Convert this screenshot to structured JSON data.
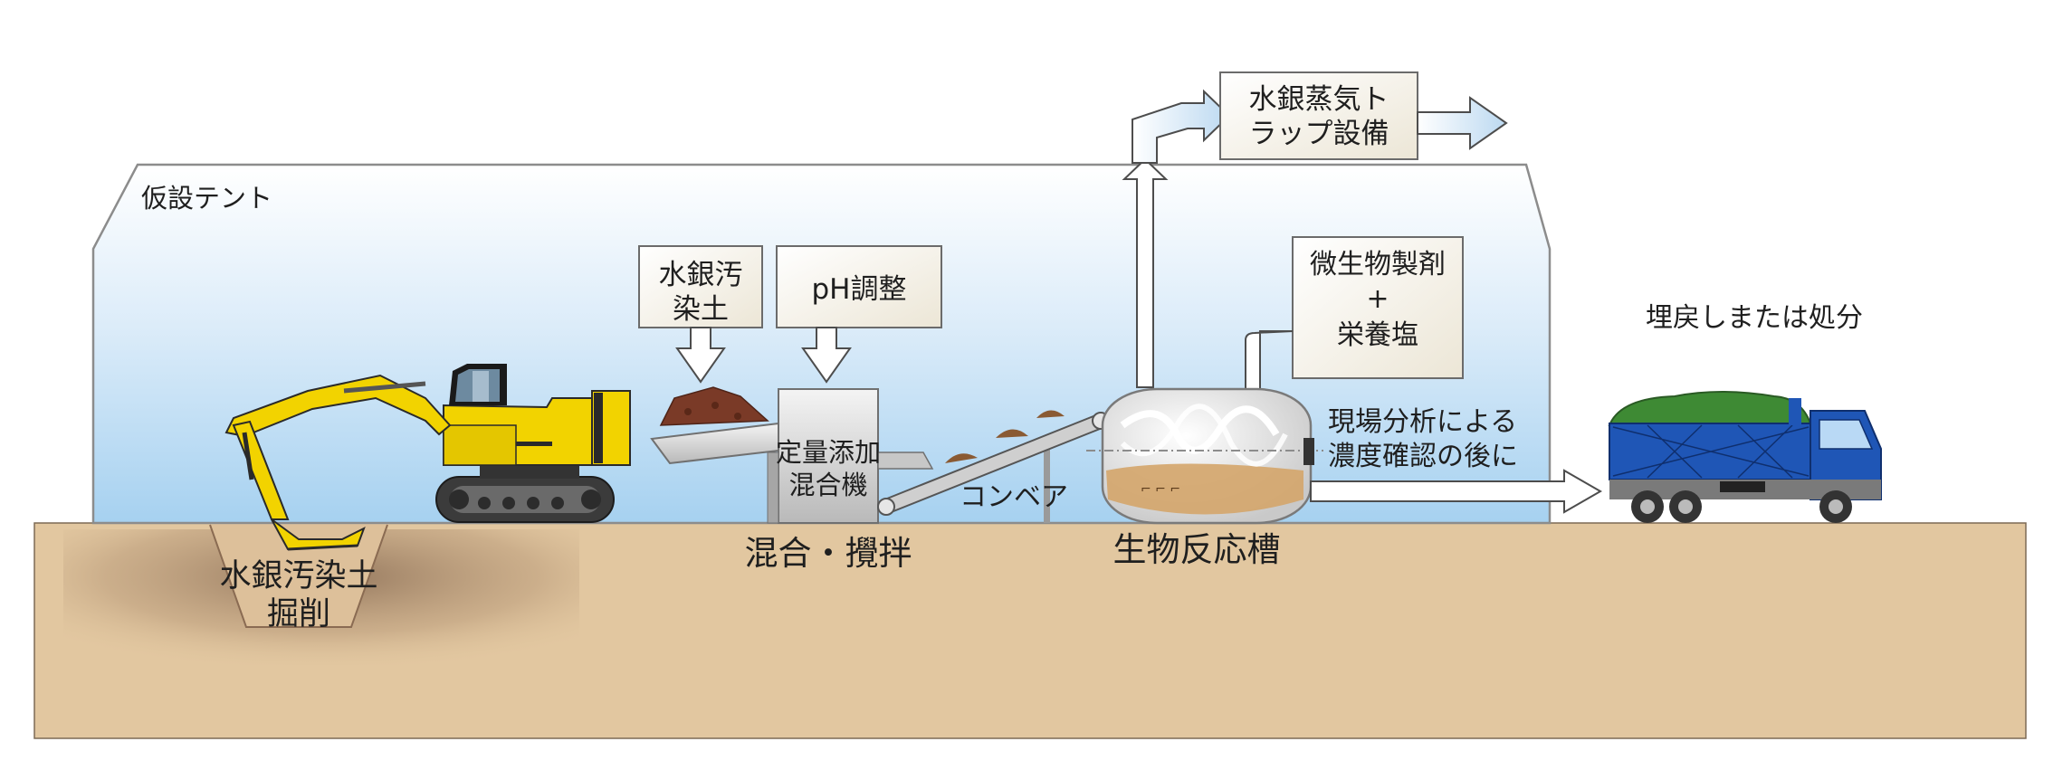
{
  "tent": {
    "label": "仮設テント"
  },
  "excavation": {
    "label_line1": "水銀汚染土",
    "label_line2": "掘削"
  },
  "inputs": {
    "soil_line1": "水銀汚",
    "soil_line2": "染土",
    "ph": "pH調整"
  },
  "mixer": {
    "label_line1": "定量添加",
    "label_line2": "混合機"
  },
  "conveyor": {
    "label": "コンベア"
  },
  "stages": {
    "mixing": "混合・攪拌",
    "bioreactor": "生物反応槽"
  },
  "trap": {
    "label_line1": "水銀蒸気ト",
    "label_line2": "ラップ設備"
  },
  "microbe": {
    "line1": "微生物製剤",
    "line2": "+",
    "line3": "栄養塩"
  },
  "analysis": {
    "line1": "現場分析による",
    "line2": "濃度確認の後に"
  },
  "disposal": {
    "label": "埋戻しまたは処分"
  },
  "colors": {
    "ground": "#e2c7a0",
    "tent_top": "#ffffff",
    "tent_bottom": "#a9d3f1",
    "excavator": "#f2d300",
    "truck_blue": "#1f56b6",
    "truck_load": "#3e8a34",
    "box_fill": "#f6f2e8",
    "arrow_fill": "#dcebf7"
  }
}
